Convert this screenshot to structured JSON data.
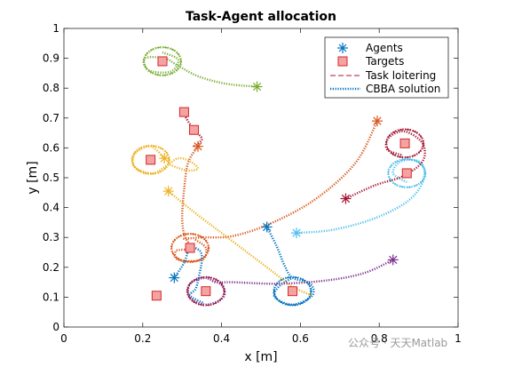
{
  "chart_data": {
    "type": "scatter",
    "title": "Task-Agent allocation",
    "xlabel": "x [m]",
    "ylabel": "y [m]",
    "xlim": [
      0,
      1
    ],
    "ylim": [
      0,
      1
    ],
    "xticks": [
      "0",
      "0.2",
      "0.4",
      "0.6",
      "0.8",
      "1"
    ],
    "yticks": [
      "0",
      "0.1",
      "0.2",
      "0.3",
      "0.4",
      "0.5",
      "0.6",
      "0.7",
      "0.8",
      "0.9",
      "1"
    ],
    "grid": false,
    "legend_position": "top-right",
    "legend": [
      "Agents",
      "Targets",
      "Task loitering",
      "CBBA solution"
    ],
    "agents": [
      {
        "x": 0.49,
        "y": 0.805,
        "color": "#77ac30"
      },
      {
        "x": 0.34,
        "y": 0.605,
        "color": "#d95319"
      },
      {
        "x": 0.255,
        "y": 0.565,
        "color": "#edb120"
      },
      {
        "x": 0.265,
        "y": 0.455,
        "color": "#edb120"
      },
      {
        "x": 0.515,
        "y": 0.335,
        "color": "#0072bd"
      },
      {
        "x": 0.59,
        "y": 0.315,
        "color": "#4dbeee"
      },
      {
        "x": 0.28,
        "y": 0.165,
        "color": "#0072bd"
      },
      {
        "x": 0.795,
        "y": 0.69,
        "color": "#d95319"
      },
      {
        "x": 0.715,
        "y": 0.43,
        "color": "#a2142f"
      },
      {
        "x": 0.835,
        "y": 0.225,
        "color": "#7e2f8e"
      }
    ],
    "targets": [
      {
        "x": 0.25,
        "y": 0.89
      },
      {
        "x": 0.305,
        "y": 0.72
      },
      {
        "x": 0.33,
        "y": 0.66
      },
      {
        "x": 0.22,
        "y": 0.56
      },
      {
        "x": 0.32,
        "y": 0.265
      },
      {
        "x": 0.36,
        "y": 0.12
      },
      {
        "x": 0.235,
        "y": 0.105
      },
      {
        "x": 0.58,
        "y": 0.12
      },
      {
        "x": 0.865,
        "y": 0.615
      },
      {
        "x": 0.87,
        "y": 0.515
      }
    ],
    "loiter_circles": [
      {
        "x": 0.25,
        "y": 0.89,
        "r": 0.047,
        "color": "#77ac30"
      },
      {
        "x": 0.22,
        "y": 0.56,
        "r": 0.047,
        "color": "#edb120"
      },
      {
        "x": 0.32,
        "y": 0.265,
        "r": 0.047,
        "color": "#d95319"
      },
      {
        "x": 0.36,
        "y": 0.12,
        "r": 0.047,
        "color": "#a2142f"
      },
      {
        "x": 0.58,
        "y": 0.12,
        "r": 0.047,
        "color": "#0072bd"
      },
      {
        "x": 0.865,
        "y": 0.615,
        "r": 0.047,
        "color": "#a2142f"
      },
      {
        "x": 0.87,
        "y": 0.515,
        "r": 0.047,
        "color": "#4dbeee"
      }
    ],
    "paths": [
      {
        "color": "#77ac30",
        "points": [
          [
            0.49,
            0.805
          ],
          [
            0.41,
            0.815
          ],
          [
            0.34,
            0.84
          ],
          [
            0.29,
            0.875
          ],
          [
            0.255,
            0.9
          ],
          [
            0.205,
            0.9
          ],
          [
            0.215,
            0.86
          ],
          [
            0.27,
            0.855
          ],
          [
            0.29,
            0.895
          ],
          [
            0.25,
            0.92
          ]
        ]
      },
      {
        "color": "#d95319",
        "points": [
          [
            0.34,
            0.605
          ],
          [
            0.315,
            0.55
          ],
          [
            0.305,
            0.46
          ],
          [
            0.3,
            0.37
          ],
          [
            0.305,
            0.31
          ],
          [
            0.32,
            0.265
          ],
          [
            0.285,
            0.255
          ],
          [
            0.29,
            0.225
          ],
          [
            0.35,
            0.225
          ],
          [
            0.36,
            0.265
          ],
          [
            0.33,
            0.295
          ]
        ]
      },
      {
        "color": "#d95319",
        "points": [
          [
            0.795,
            0.69
          ],
          [
            0.74,
            0.55
          ],
          [
            0.64,
            0.43
          ],
          [
            0.53,
            0.35
          ],
          [
            0.43,
            0.305
          ],
          [
            0.35,
            0.3
          ],
          [
            0.3,
            0.295
          ]
        ]
      },
      {
        "color": "#edb120",
        "points": [
          [
            0.255,
            0.565
          ],
          [
            0.22,
            0.605
          ],
          [
            0.18,
            0.58
          ],
          [
            0.18,
            0.535
          ],
          [
            0.225,
            0.515
          ],
          [
            0.26,
            0.54
          ],
          [
            0.29,
            0.565
          ],
          [
            0.32,
            0.555
          ],
          [
            0.34,
            0.53
          ],
          [
            0.31,
            0.525
          ],
          [
            0.265,
            0.545
          ]
        ]
      },
      {
        "color": "#edb120",
        "points": [
          [
            0.265,
            0.455
          ],
          [
            0.33,
            0.385
          ],
          [
            0.4,
            0.315
          ],
          [
            0.47,
            0.245
          ],
          [
            0.53,
            0.185
          ],
          [
            0.58,
            0.135
          ],
          [
            0.63,
            0.105
          ]
        ]
      },
      {
        "color": "#0072bd",
        "points": [
          [
            0.515,
            0.335
          ],
          [
            0.54,
            0.27
          ],
          [
            0.56,
            0.205
          ],
          [
            0.58,
            0.165
          ],
          [
            0.625,
            0.145
          ],
          [
            0.63,
            0.105
          ],
          [
            0.58,
            0.075
          ],
          [
            0.535,
            0.1
          ],
          [
            0.545,
            0.135
          ],
          [
            0.58,
            0.165
          ]
        ]
      },
      {
        "color": "#0072bd",
        "points": [
          [
            0.28,
            0.165
          ],
          [
            0.305,
            0.215
          ],
          [
            0.32,
            0.265
          ],
          [
            0.345,
            0.255
          ],
          [
            0.35,
            0.225
          ],
          [
            0.345,
            0.185
          ],
          [
            0.335,
            0.13
          ],
          [
            0.32,
            0.105
          ],
          [
            0.355,
            0.08
          ]
        ]
      },
      {
        "color": "#4dbeee",
        "points": [
          [
            0.59,
            0.315
          ],
          [
            0.68,
            0.325
          ],
          [
            0.78,
            0.36
          ],
          [
            0.86,
            0.41
          ],
          [
            0.9,
            0.46
          ],
          [
            0.915,
            0.515
          ],
          [
            0.9,
            0.555
          ],
          [
            0.855,
            0.555
          ],
          [
            0.835,
            0.515
          ],
          [
            0.87,
            0.485
          ]
        ]
      },
      {
        "color": "#a2142f",
        "points": [
          [
            0.715,
            0.43
          ],
          [
            0.79,
            0.475
          ],
          [
            0.86,
            0.505
          ],
          [
            0.91,
            0.555
          ],
          [
            0.91,
            0.615
          ],
          [
            0.865,
            0.655
          ],
          [
            0.825,
            0.635
          ],
          [
            0.82,
            0.595
          ],
          [
            0.86,
            0.575
          ]
        ]
      },
      {
        "color": "#a2142f",
        "points": [
          [
            0.33,
            0.605
          ],
          [
            0.35,
            0.63
          ],
          [
            0.33,
            0.66
          ],
          [
            0.31,
            0.7
          ],
          [
            0.305,
            0.72
          ]
        ]
      },
      {
        "color": "#7e2f8e",
        "points": [
          [
            0.835,
            0.225
          ],
          [
            0.76,
            0.18
          ],
          [
            0.66,
            0.155
          ],
          [
            0.54,
            0.145
          ],
          [
            0.43,
            0.15
          ],
          [
            0.385,
            0.15
          ],
          [
            0.36,
            0.165
          ],
          [
            0.32,
            0.145
          ],
          [
            0.32,
            0.1
          ],
          [
            0.36,
            0.075
          ],
          [
            0.405,
            0.1
          ],
          [
            0.4,
            0.14
          ],
          [
            0.36,
            0.165
          ]
        ]
      }
    ],
    "styles": {
      "agent_marker": "asterisk",
      "target_face": "#f4a3a3",
      "target_edge": "#d62728"
    }
  },
  "watermark": "公众号 · 天天Matlab"
}
